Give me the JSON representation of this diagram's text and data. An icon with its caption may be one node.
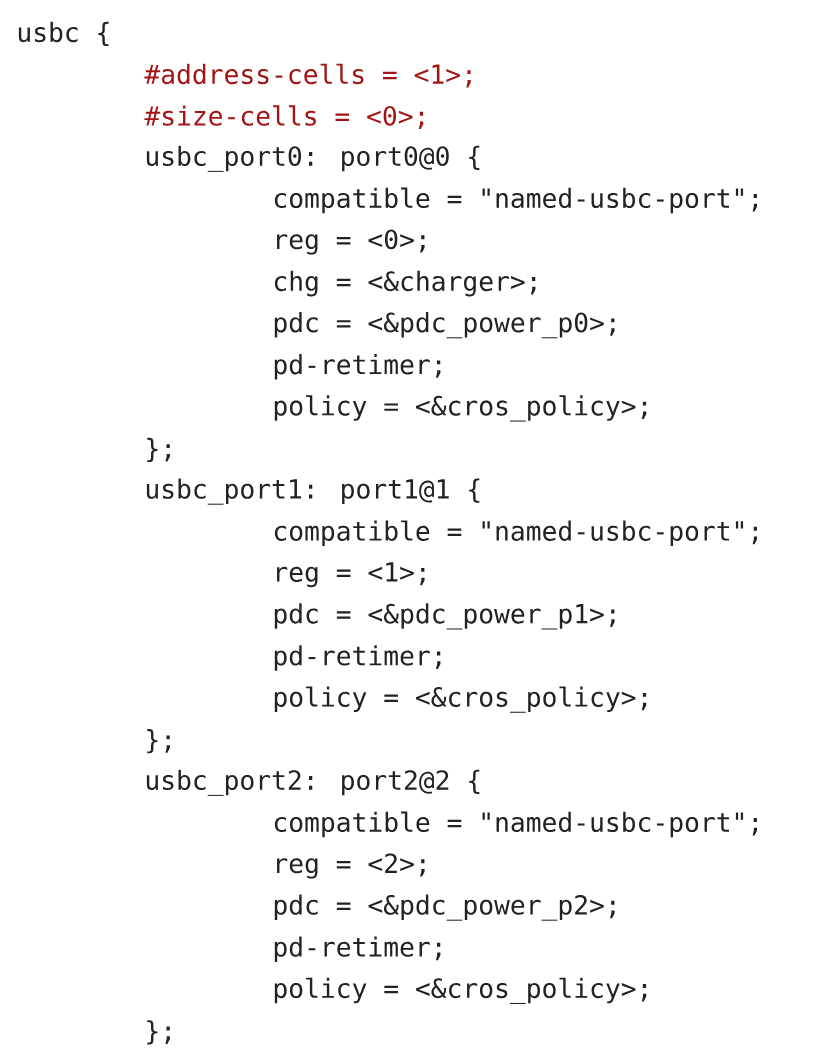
{
  "diagram": {
    "labels": [
      "usbc {",
      "#address-cells = <1>;",
      "#size-cells = <0>;",
      "usbc_port0: port0@0 {",
      "compatible = \"named-usbc-port\";",
      "reg = <0>;",
      "chg = <&charger>;",
      "pdc = <&pdc_power_p0>;",
      "pd-retimer;",
      "policy = <&cros_policy>;",
      "};",
      "usbc_port1: port1@1 {",
      "compatible = \"named-usbc-port\";",
      "reg = <1>;",
      "pdc = <&pdc_power_p1>;",
      "pd-retimer;",
      "policy = <&cros_policy>;",
      "};",
      "usbc_port2: port2@2 {",
      "compatible = \"named-usbc-port\";",
      "reg = <2>;",
      "pdc = <&pdc_power_p2>;",
      "pd-retimer;",
      "policy = <&cros_policy>;",
      "};"
    ]
  }
}
